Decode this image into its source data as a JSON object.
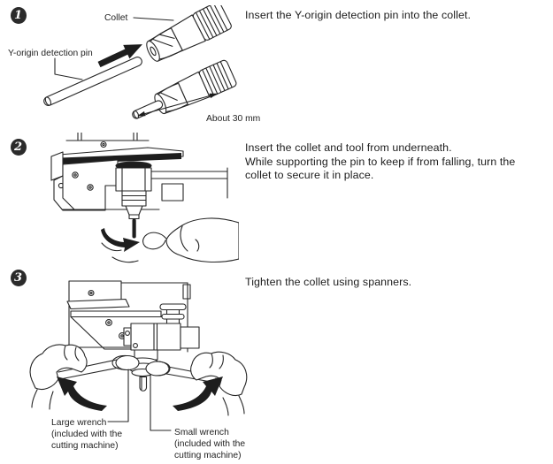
{
  "page": {
    "background": "#ffffff",
    "ink": "#262626",
    "arrow_fill": "#1d1d1d"
  },
  "steps": [
    {
      "badge": "1",
      "instruction_lines": [
        "Insert the Y-origin detection pin into the collet."
      ],
      "figure_labels": {
        "collet": "Collet",
        "pin": "Y-origin detection pin",
        "dimension": "About 30 mm"
      }
    },
    {
      "badge": "2",
      "instruction_lines": [
        "Insert the collet and tool from underneath.",
        "While supporting the pin to keep if from falling, turn the",
        "collet to secure it in place."
      ]
    },
    {
      "badge": "3",
      "instruction_lines": [
        "Tighten the collet using spanners."
      ],
      "figure_labels": {
        "large_wrench": [
          "Large wrench",
          "(included with the",
          "cutting machine)"
        ],
        "small_wrench": [
          "Small wrench",
          "(included with the",
          "cutting machine)"
        ]
      }
    }
  ]
}
